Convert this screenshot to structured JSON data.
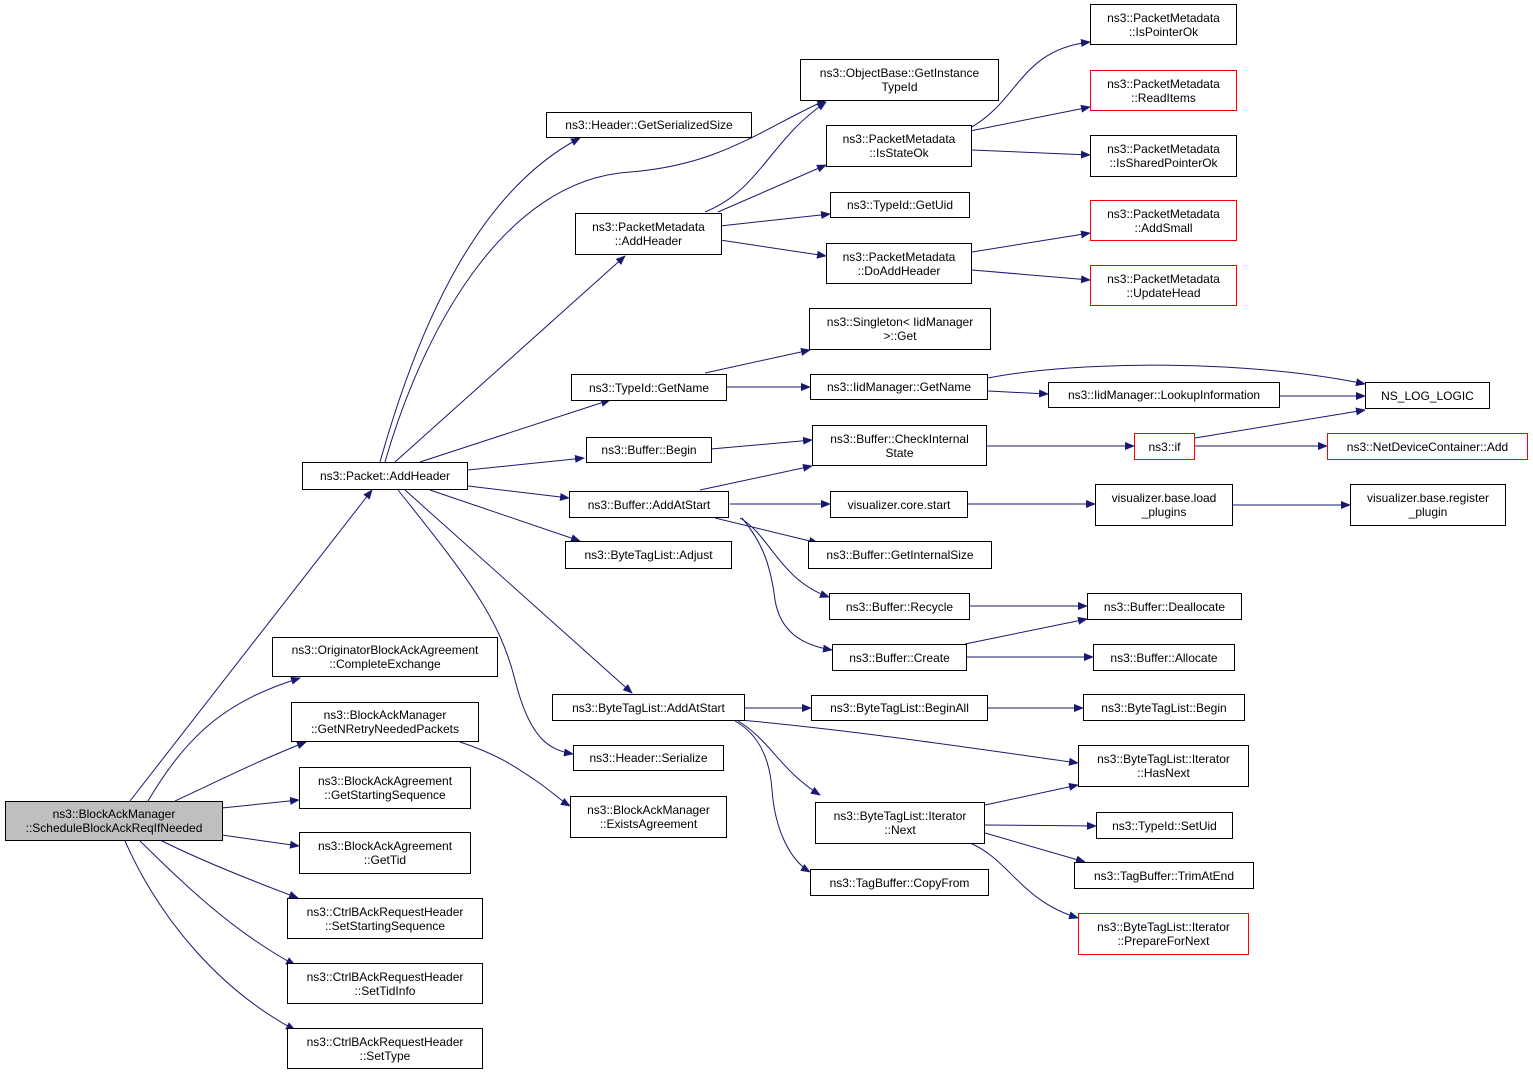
{
  "colors": {
    "edge": "#191970",
    "border": "#000000",
    "incomplete_border": "#ff0000",
    "root_fill": "#bfbfbf",
    "background": "#ffffff"
  },
  "nodes": {
    "root": {
      "lines": [
        "ns3::BlockAckManager",
        "::ScheduleBlockAckReqIfNeeded"
      ]
    },
    "packet_addheader": {
      "lines": [
        "ns3::Packet::AddHeader"
      ]
    },
    "complete_exchange": {
      "lines": [
        "ns3::OriginatorBlockAckAgreement",
        "::CompleteExchange"
      ]
    },
    "get_nretry": {
      "lines": [
        "ns3::BlockAckManager",
        "::GetNRetryNeededPackets"
      ]
    },
    "get_starting_seq": {
      "lines": [
        "ns3::BlockAckAgreement",
        "::GetStartingSequence"
      ]
    },
    "get_tid": {
      "lines": [
        "ns3::BlockAckAgreement",
        "::GetTid"
      ]
    },
    "set_starting_seq": {
      "lines": [
        "ns3::CtrlBAckRequestHeader",
        "::SetStartingSequence"
      ]
    },
    "set_tid_info": {
      "lines": [
        "ns3::CtrlBAckRequestHeader",
        "::SetTidInfo"
      ]
    },
    "set_type": {
      "lines": [
        "ns3::CtrlBAckRequestHeader",
        "::SetType"
      ]
    },
    "header_get_serialized_size": {
      "lines": [
        "ns3::Header::GetSerializedSize"
      ]
    },
    "pm_addheader": {
      "lines": [
        "ns3::PacketMetadata",
        "::AddHeader"
      ]
    },
    "typeid_getname": {
      "lines": [
        "ns3::TypeId::GetName"
      ]
    },
    "buffer_begin": {
      "lines": [
        "ns3::Buffer::Begin"
      ]
    },
    "buffer_addatstart": {
      "lines": [
        "ns3::Buffer::AddAtStart"
      ]
    },
    "bytetaglist_adjust": {
      "lines": [
        "ns3::ByteTagList::Adjust"
      ]
    },
    "bytetaglist_addatstart": {
      "lines": [
        "ns3::ByteTagList::AddAtStart"
      ]
    },
    "header_serialize": {
      "lines": [
        "ns3::Header::Serialize"
      ]
    },
    "bam_exists_agreement": {
      "lines": [
        "ns3::BlockAckManager",
        "::ExistsAgreement"
      ]
    },
    "objectbase_getinstancetypeid": {
      "lines": [
        "ns3::ObjectBase::GetInstance",
        "TypeId"
      ]
    },
    "pm_isstateok": {
      "lines": [
        "ns3::PacketMetadata",
        "::IsStateOk"
      ]
    },
    "typeid_getuid": {
      "lines": [
        "ns3::TypeId::GetUid"
      ]
    },
    "pm_doaddheader": {
      "lines": [
        "ns3::PacketMetadata",
        "::DoAddHeader"
      ]
    },
    "singleton_get": {
      "lines": [
        "ns3::Singleton< IidManager",
        " >::Get"
      ]
    },
    "iidmanager_getname": {
      "lines": [
        "ns3::IidManager::GetName"
      ]
    },
    "buffer_checkinternalstate": {
      "lines": [
        "ns3::Buffer::CheckInternal",
        "State"
      ]
    },
    "visualizer_core_start": {
      "lines": [
        "visualizer.core.start"
      ]
    },
    "buffer_getinternalsize": {
      "lines": [
        "ns3::Buffer::GetInternalSize"
      ]
    },
    "buffer_recycle": {
      "lines": [
        "ns3::Buffer::Recycle"
      ]
    },
    "buffer_create": {
      "lines": [
        "ns3::Buffer::Create"
      ]
    },
    "bytetaglist_beginall": {
      "lines": [
        "ns3::ByteTagList::BeginAll"
      ]
    },
    "btl_iterator_next": {
      "lines": [
        "ns3::ByteTagList::Iterator",
        "::Next"
      ]
    },
    "tagbuffer_copyfrom": {
      "lines": [
        "ns3::TagBuffer::CopyFrom"
      ]
    },
    "pm_ispointerok": {
      "lines": [
        "ns3::PacketMetadata",
        "::IsPointerOk"
      ]
    },
    "pm_readitems": {
      "lines": [
        "ns3::PacketMetadata",
        "::ReadItems"
      ]
    },
    "pm_issharedpointerok": {
      "lines": [
        "ns3::PacketMetadata",
        "::IsSharedPointerOk"
      ]
    },
    "pm_addsmall": {
      "lines": [
        "ns3::PacketMetadata",
        "::AddSmall"
      ]
    },
    "pm_updatehead": {
      "lines": [
        "ns3::PacketMetadata",
        "::UpdateHead"
      ]
    },
    "iidmanager_lookupinformation": {
      "lines": [
        "ns3::IidManager::LookupInformation"
      ]
    },
    "ns3_if": {
      "lines": [
        "ns3::if"
      ]
    },
    "visualizer_base_load_plugins": {
      "lines": [
        "visualizer.base.load",
        "_plugins"
      ]
    },
    "buffer_deallocate": {
      "lines": [
        "ns3::Buffer::Deallocate"
      ]
    },
    "buffer_allocate": {
      "lines": [
        "ns3::Buffer::Allocate"
      ]
    },
    "bytetaglist_begin": {
      "lines": [
        "ns3::ByteTagList::Begin"
      ]
    },
    "btl_iterator_hasnext": {
      "lines": [
        "ns3::ByteTagList::Iterator",
        "::HasNext"
      ]
    },
    "typeid_setuid": {
      "lines": [
        "ns3::TypeId::SetUid"
      ]
    },
    "tagbuffer_trimatend": {
      "lines": [
        "ns3::TagBuffer::TrimAtEnd"
      ]
    },
    "btl_iterator_preparefornext": {
      "lines": [
        "ns3::ByteTagList::Iterator",
        "::PrepareForNext"
      ]
    },
    "ns_log_logic": {
      "lines": [
        "NS_LOG_LOGIC"
      ]
    },
    "netdevicecontainer_add": {
      "lines": [
        "ns3::NetDeviceContainer::Add"
      ]
    },
    "visualizer_base_register_plugin": {
      "lines": [
        "visualizer.base.register",
        "_plugin"
      ]
    }
  }
}
